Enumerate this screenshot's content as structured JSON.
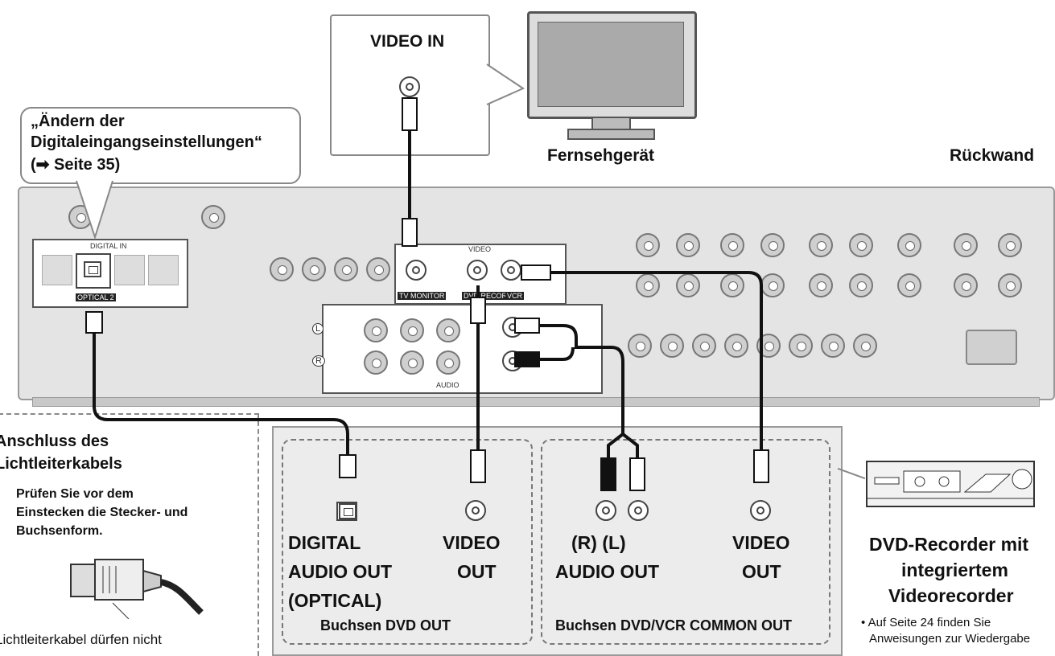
{
  "bubbles": {
    "video_in": "VIDEO IN",
    "digital_in_line1": "„Ändern der",
    "digital_in_line2": "Digitaleingangseinstellungen“",
    "digital_in_line3": "(➡ Seite 35)"
  },
  "labels": {
    "tv": "Fernsehgerät",
    "rear_panel": "Rückwand",
    "digital_in": "DIGITAL IN",
    "optical2": "OPTICAL 2",
    "video": "VIDEO",
    "audio": "AUDIO",
    "tv_monitor": "TV MONITOR",
    "vcr": "VCR",
    "dvd_recorder": "DVD RECORDER",
    "l": "L",
    "r": "R"
  },
  "optical_box": {
    "title_line1": "Anschluss des",
    "title_line2": "Lichtleiterkabels",
    "text_line1": "Prüfen Sie vor dem",
    "text_line2": "Einstecken die Stecker- und",
    "text_line3": "Buchsenform.",
    "footer": "Lichtleiterkabel dürfen nicht"
  },
  "recorder_panel": {
    "digital_audio_out_line1": "DIGITAL",
    "digital_audio_out_line2": "AUDIO OUT",
    "digital_audio_out_line3": "(OPTICAL)",
    "video_out_1_line1": "VIDEO",
    "video_out_1_line2": "OUT",
    "group_dvd_out": "Buchsen DVD OUT",
    "audio_rl": "(R) (L)",
    "audio_out": "AUDIO OUT",
    "video_out_2_line1": "VIDEO",
    "video_out_2_line2": "OUT",
    "group_common_out": "Buchsen DVD/VCR COMMON OUT"
  },
  "device": {
    "name_line1": "DVD-Recorder mit",
    "name_line2": "integriertem",
    "name_line3": "Videorecorder",
    "note_line1": "• Auf Seite 24 finden Sie",
    "note_line2": "Anweisungen zur Wiedergabe"
  }
}
